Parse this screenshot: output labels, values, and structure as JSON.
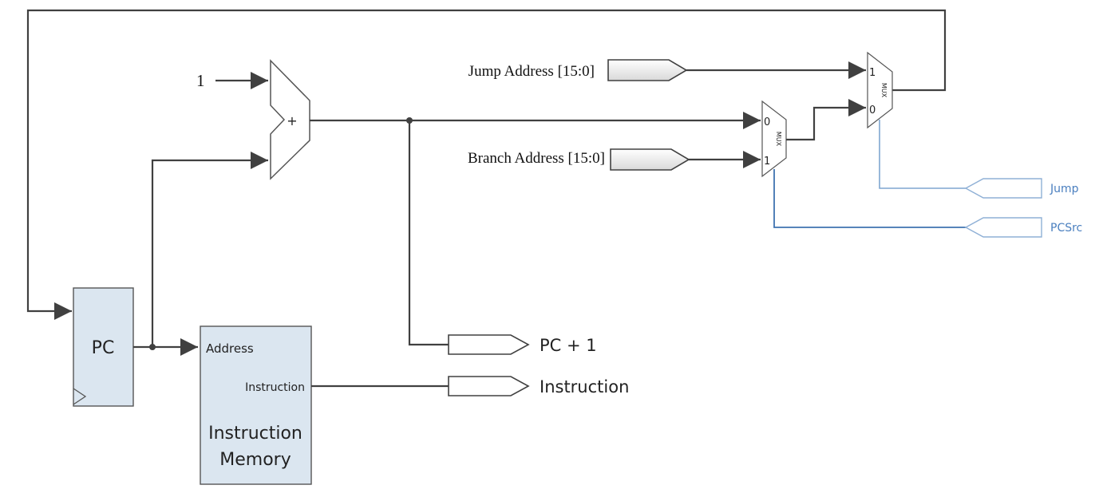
{
  "pc": {
    "label": "PC"
  },
  "adder": {
    "const_input": "1",
    "op": "+"
  },
  "imem": {
    "address": "Address",
    "instruction": "Instruction",
    "name_line1": "Instruction",
    "name_line2": "Memory"
  },
  "inputs": {
    "jump_address": "Jump Address [15:0]",
    "branch_address": "Branch Address [15:0]"
  },
  "outputs": {
    "pc_plus_1": "PC + 1",
    "instruction": "Instruction"
  },
  "mux_branch": {
    "label": "MUX",
    "in0": "0",
    "in1": "1"
  },
  "mux_jump": {
    "label": "MUX",
    "in1": "1",
    "in0": "0"
  },
  "controls": {
    "jump": "Jump",
    "pcsrc": "PCSrc"
  },
  "colors": {
    "wire": "#404040",
    "block_fill": "#dbe6f0",
    "control_light": "#7fa6d0",
    "control_dark": "#3f73b0",
    "control_text": "#4a7fbf"
  }
}
